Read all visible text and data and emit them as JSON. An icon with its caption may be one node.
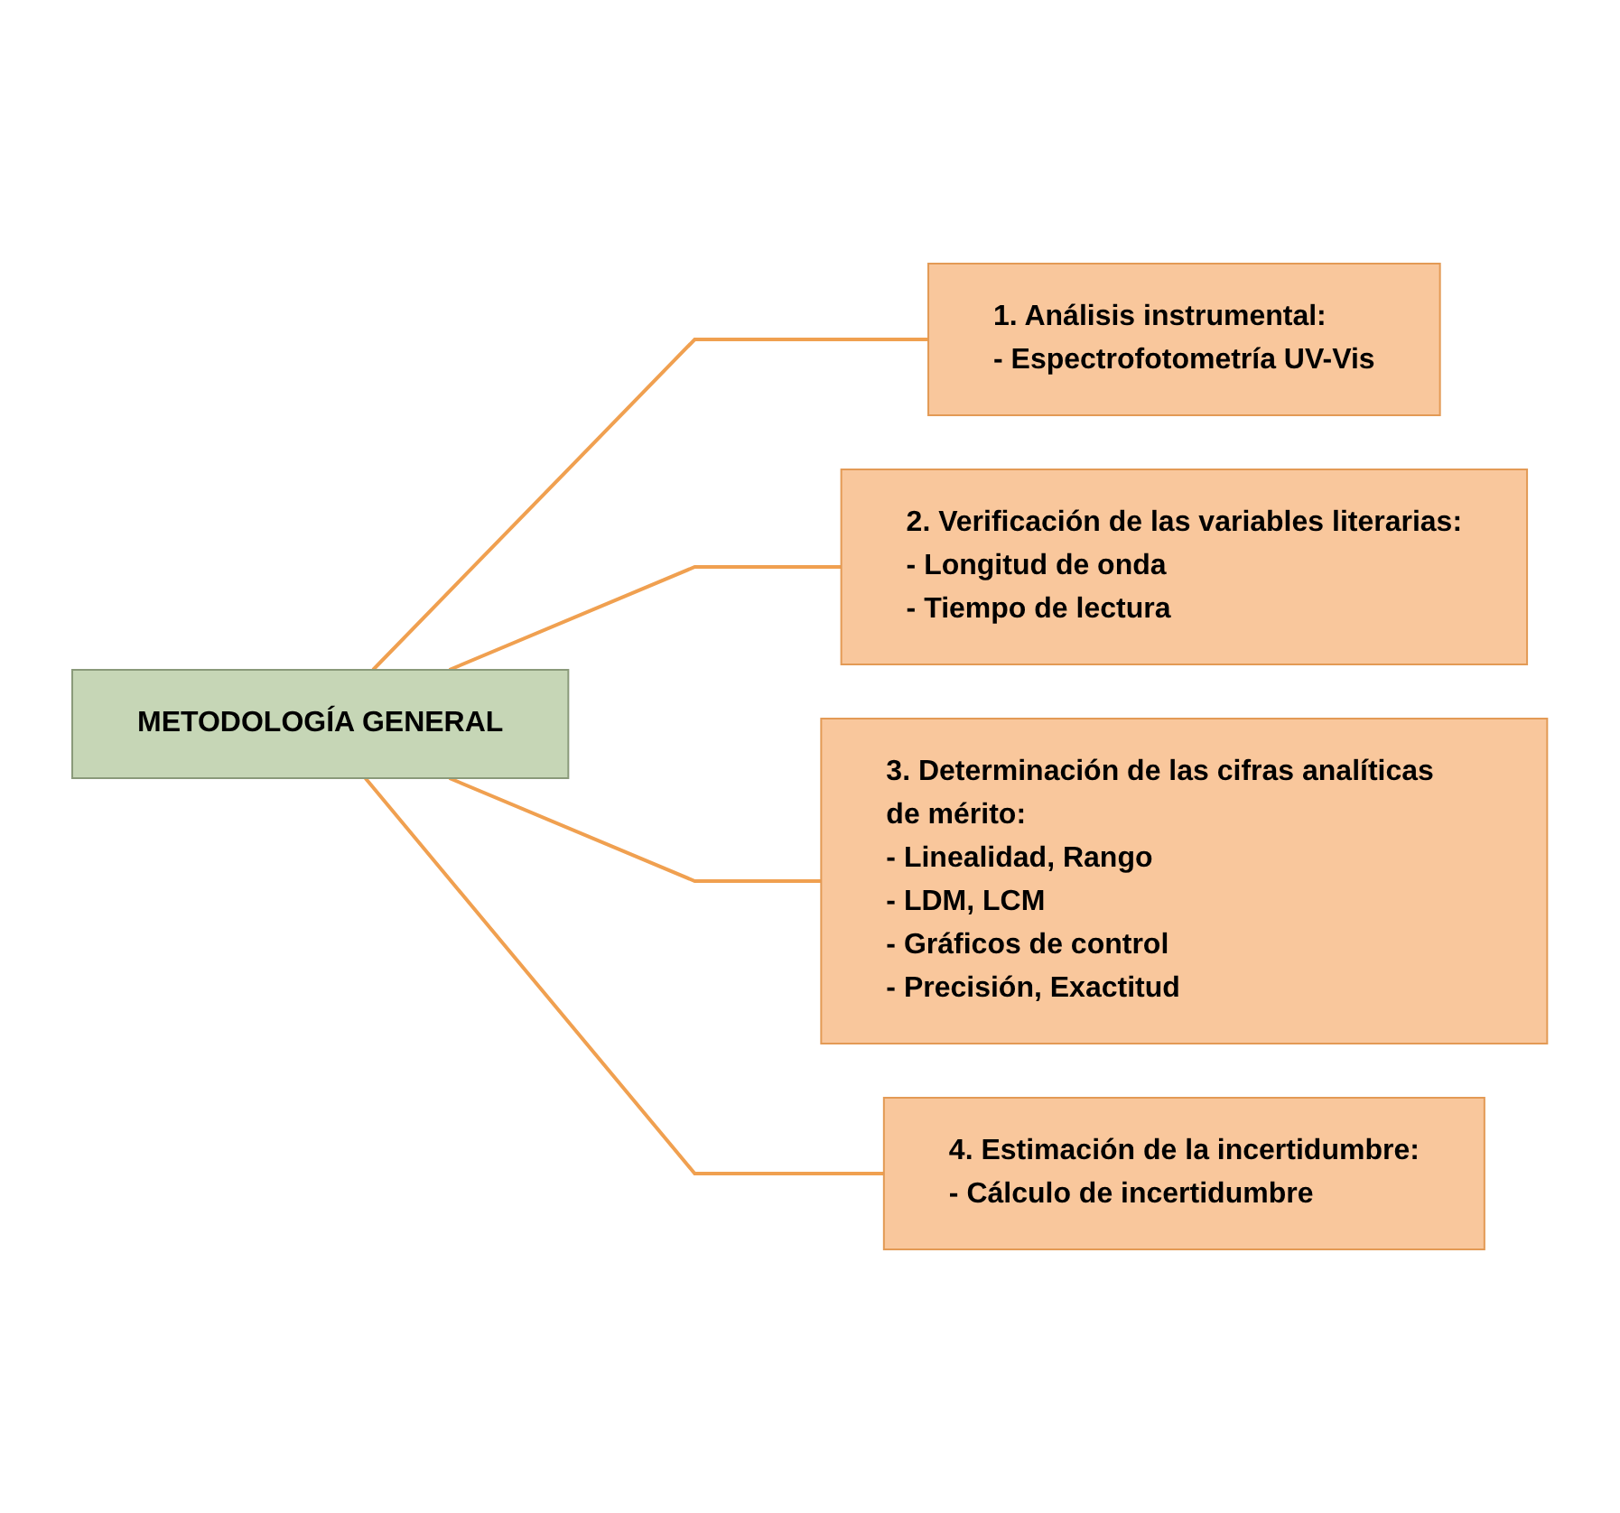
{
  "diagram": {
    "nodes": [
      {
        "text": [
          "METODOLOGÍA GENERAL"
        ]
      },
      {
        "text": [
          "1. Análisis instrumental:",
          "- Espectrofotometría UV-Vis"
        ]
      },
      {
        "text": [
          "2. Verificación de las variables literarias:",
          "- Longitud de onda",
          "- Tiempo de lectura"
        ]
      },
      {
        "text": [
          "3. Determinación de las cifras analíticas de mérito:",
          "- Linealidad, Rango",
          "- LDM, LCM",
          "- Gráficos de control",
          "- Precisión, Exactitud"
        ]
      },
      {
        "text": [
          "4. Estimación de la incertidumbre:",
          "- Cálculo de incertidumbre"
        ]
      }
    ],
    "edges": [
      {
        "from": 0,
        "to": 1,
        "arrow": "none"
      },
      {
        "from": 0,
        "to": 2,
        "arrow": "none"
      },
      {
        "from": 0,
        "to": 3,
        "arrow": "none"
      },
      {
        "from": 0,
        "to": 4,
        "arrow": "none"
      }
    ]
  }
}
